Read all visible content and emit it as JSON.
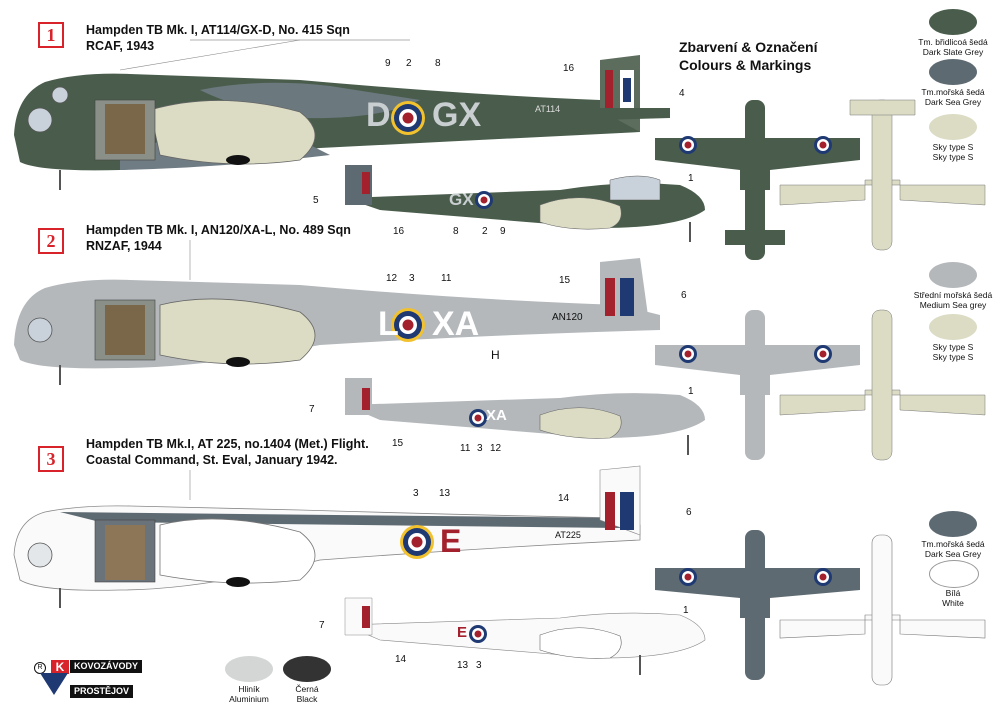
{
  "profiles": [
    {
      "number": "1",
      "line1": "Hampden TB Mk. I, AT114/GX-D, No. 415 Sqn",
      "line2": "RCAF, 1943",
      "codes": "D",
      "codes2": "GX",
      "serial": "AT114"
    },
    {
      "number": "2",
      "line1": "Hampden TB Mk. I, AN120/XA-L, No. 489 Sqn",
      "line2": "RNZAF, 1944",
      "codes": "L",
      "codes2": "XA",
      "serial": "AN120",
      "extra": "H"
    },
    {
      "number": "3",
      "line1": "Hampden TB Mk.I, AT 225, no.1404 (Met.) Flight.",
      "line2": "Coastal Command, St. Eval, January 1942.",
      "codes": "",
      "codes2": "E",
      "serial": "AT225"
    }
  ],
  "heading": {
    "cz": "Zbarvení & Označení",
    "en": "Colours & Markings"
  },
  "swatches": [
    {
      "cz": "Tm. břidlicoá šedá",
      "en": "Dark Slate Grey",
      "color": "#4a5d4c"
    },
    {
      "cz": "Tm.mořská šedá",
      "en": "Dark Sea Grey",
      "color": "#5e6a72"
    },
    {
      "cz": "Sky type S",
      "en": "Sky type S",
      "color": "#dcdcc4"
    },
    {
      "cz": "Střední mořská šedá",
      "en": "Medium Sea grey",
      "color": "#b4b8bb"
    },
    {
      "cz": "Sky type S",
      "en": "Sky type S",
      "color": "#dcdcc4"
    },
    {
      "cz": "Tm.mořská šedá",
      "en": "Dark Sea Grey",
      "color": "#5e6a72"
    },
    {
      "cz": "Bílá",
      "en": "White",
      "color": "#ffffff"
    },
    {
      "cz": "Hliník",
      "en": "Aluminium",
      "color": "#d4d6d6"
    },
    {
      "cz": "Černá",
      "en": "Black",
      "color": "#333333"
    }
  ],
  "callouts": {
    "p1_side": [
      "9",
      "2",
      "8",
      "16",
      "4"
    ],
    "p1_small": [
      "5",
      "16",
      "8",
      "2",
      "9"
    ],
    "p2_side": [
      "12",
      "3",
      "11",
      "15",
      "6"
    ],
    "p2_small": [
      "7",
      "15",
      "11",
      "3",
      "12"
    ],
    "p3_side": [
      "3",
      "13",
      "14",
      "6"
    ],
    "p3_small": [
      "7",
      "14",
      "13",
      "3"
    ],
    "plan": [
      "1",
      "1",
      "1"
    ]
  },
  "logo": {
    "top": "KOVOZÁVODY",
    "bottom": "PROSTĚJOV",
    "k": "K",
    "r": "R"
  },
  "colors": {
    "dark_green": "#4a5d4c",
    "dark_sea_grey": "#5e6a72",
    "sky": "#dcdcc4",
    "medium_sea_grey": "#b4b8bb",
    "roundel_red": "#a3212c",
    "roundel_blue": "#1f3a73",
    "badge_red": "#d8232a"
  }
}
